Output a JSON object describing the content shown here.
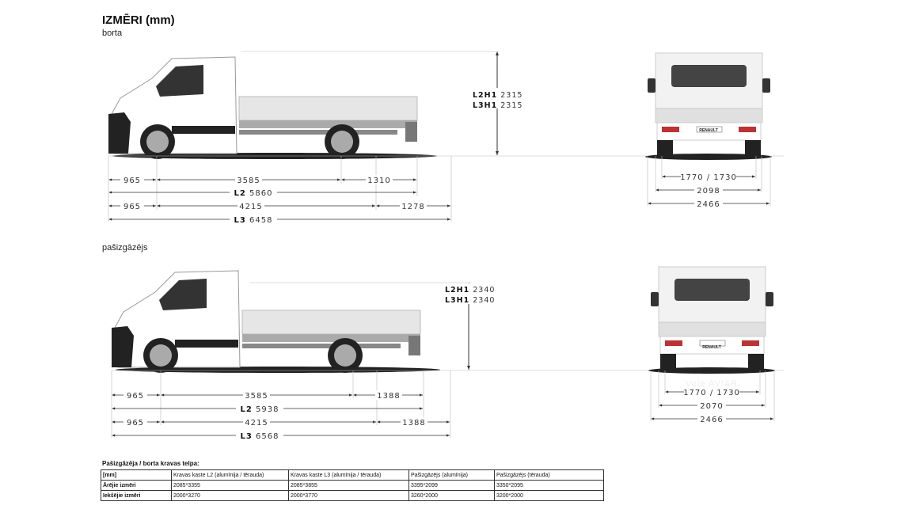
{
  "title": "IZMĒRI (mm)",
  "sections": [
    {
      "label": "borta",
      "height_labels": [
        {
          "model": "L2H1",
          "value": "2315"
        },
        {
          "model": "L3H1",
          "value": "2315"
        }
      ],
      "l2_row": [
        "965",
        "3585",
        "1310"
      ],
      "l2_total": {
        "model": "L2",
        "value": "5860"
      },
      "l3_row": [
        "965",
        "4215",
        "1278"
      ],
      "l3_total": {
        "model": "L3",
        "value": "6458"
      },
      "rear": {
        "track": "1770 / 1730",
        "width_body": "2098",
        "width_mirrors": "2466"
      }
    },
    {
      "label": "pašizgāzējs",
      "height_labels": [
        {
          "model": "L2H1",
          "value": "2340"
        },
        {
          "model": "L3H1",
          "value": "2340"
        }
      ],
      "l2_row": [
        "965",
        "3585",
        "1388"
      ],
      "l2_total": {
        "model": "L2",
        "value": "5938"
      },
      "l3_row": [
        "965",
        "4215",
        "1388"
      ],
      "l3_total": {
        "model": "L3",
        "value": "6568"
      },
      "rear": {
        "track": "1770 / 1730",
        "width_body": "2070",
        "width_mirrors": "2466",
        "watermark": "Voie AV/AR"
      }
    }
  ],
  "badge": "RENAULT",
  "table": {
    "title": "Pašizgāzēja / borta kravas telpa:",
    "headers": [
      "[mm]",
      "Kravas kaste L2 (alumīnija / tērauda)",
      "Kravas kaste L3 (alumīnija / tērauda)",
      "Pašizgāzējs (alumīnija)",
      "Pašizgāzējs (tērauda)"
    ],
    "rows": [
      [
        "Ārējie izmēri",
        "2085*3355",
        "2085*3855",
        "3395*2099",
        "3350*2095"
      ],
      [
        "Iekšējie izmēri",
        "2000*3270",
        "2000*3770",
        "3260*2000",
        "3200*2000"
      ]
    ]
  }
}
